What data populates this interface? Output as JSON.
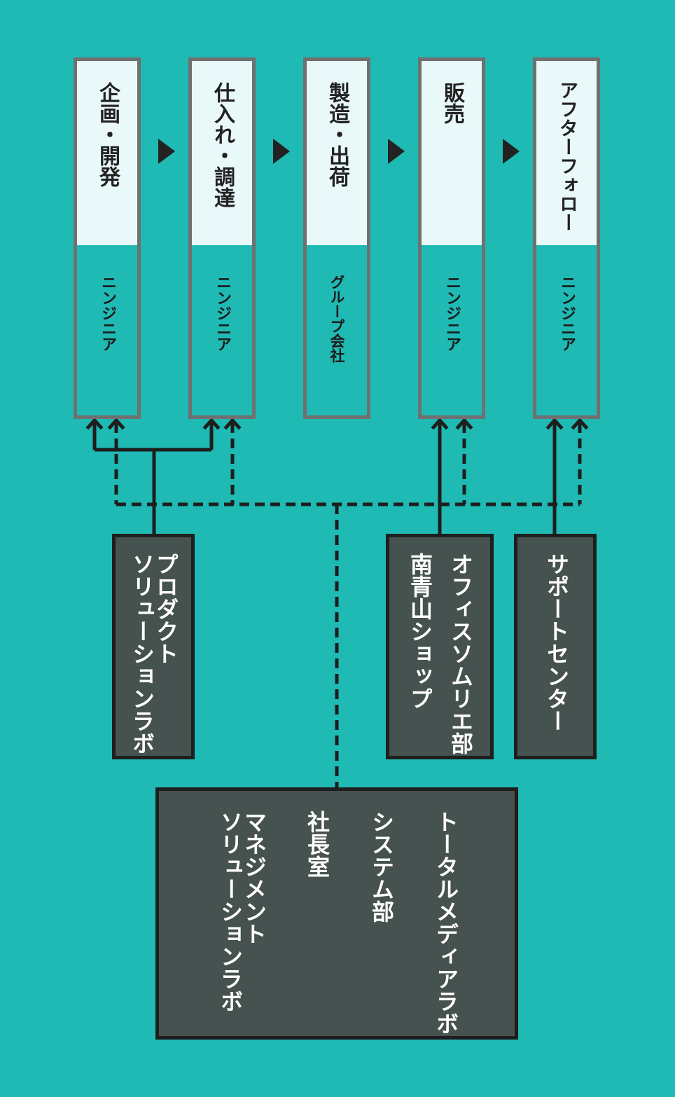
{
  "stages": [
    {
      "name": "企画・開発",
      "role": "ニンジニア"
    },
    {
      "name": "仕入れ・調達",
      "role": "ニンジニア"
    },
    {
      "name": "製造・出荷",
      "role": "グループ会社"
    },
    {
      "name": "販売",
      "role": "ニンジニア"
    },
    {
      "name": "アフターフォロー",
      "role": "ニンジニア"
    }
  ],
  "orgs": {
    "product_lab": [
      "プロダクト",
      "ソリューションラボ"
    ],
    "office": [
      "オフィスソムリエ部",
      "南青山ショップ"
    ],
    "support": [
      "サポートセンター"
    ],
    "hq": [
      "トータルメディアラボ",
      "システム部",
      "社長室",
      "マネジメント",
      "ソリューションラボ"
    ]
  },
  "colors": {
    "background": "#1fbab4",
    "stage_head": "#e9f8f8",
    "stage_border": "#707070",
    "org_fill": "#46524f",
    "line": "#1e1e1e"
  }
}
